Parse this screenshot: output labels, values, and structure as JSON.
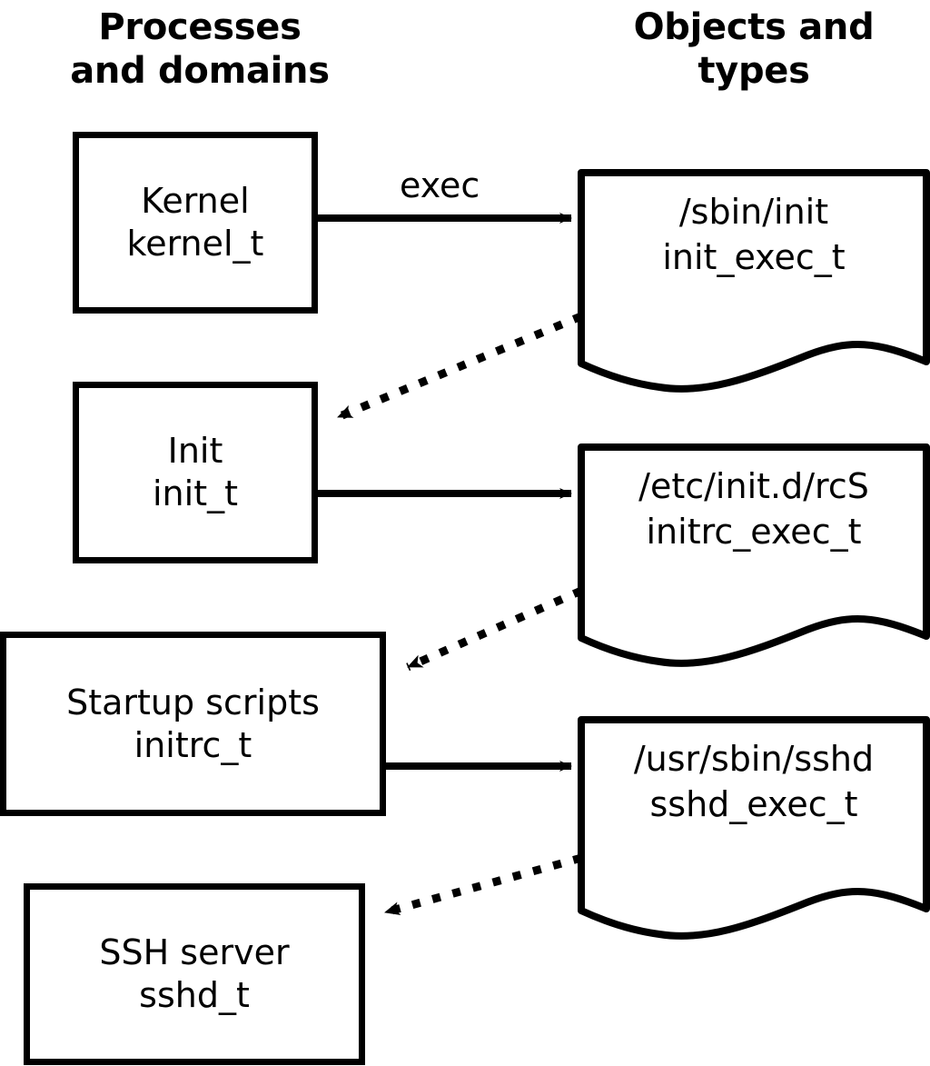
{
  "headers": {
    "left": "Processes\nand domains",
    "left_line1": "Processes",
    "left_line2": "and domains",
    "right_line1": "Objects and",
    "right_line2": "types"
  },
  "colors": {
    "stroke": "#000000",
    "fill": "#ffffff",
    "text": "#000000"
  },
  "processes": [
    {
      "name": "kernel",
      "line1": "Kernel",
      "line2": "kernel_t"
    },
    {
      "name": "init",
      "line1": "Init",
      "line2": "init_t"
    },
    {
      "name": "initrc",
      "line1": "Startup scripts",
      "line2": "initrc_t"
    },
    {
      "name": "sshd",
      "line1": "SSH server",
      "line2": "sshd_t"
    }
  ],
  "objects": [
    {
      "name": "init-exec",
      "line1": "/sbin/init",
      "line2": "init_exec_t"
    },
    {
      "name": "initrc-exec",
      "line1": "/etc/init.d/rcS",
      "line2": "initrc_exec_t"
    },
    {
      "name": "sshd-exec",
      "line1": "/usr/sbin/sshd",
      "line2": "sshd_exec_t"
    }
  ],
  "edges": [
    {
      "name": "kernel-exec-init",
      "label": "exec",
      "style": "solid",
      "from": "kernel",
      "to": "init-exec"
    },
    {
      "name": "init-exec-to-init",
      "label": "",
      "style": "dotted",
      "from": "init-exec",
      "to": "init"
    },
    {
      "name": "init-exec-initrc",
      "label": "",
      "style": "solid",
      "from": "init",
      "to": "initrc-exec"
    },
    {
      "name": "initrc-exec-to-initrc",
      "label": "",
      "style": "dotted",
      "from": "initrc-exec",
      "to": "initrc"
    },
    {
      "name": "initrc-exec-sshd",
      "label": "",
      "style": "solid",
      "from": "initrc",
      "to": "sshd-exec"
    },
    {
      "name": "sshd-exec-to-sshd",
      "label": "",
      "style": "dotted",
      "from": "sshd-exec",
      "to": "sshd"
    }
  ]
}
